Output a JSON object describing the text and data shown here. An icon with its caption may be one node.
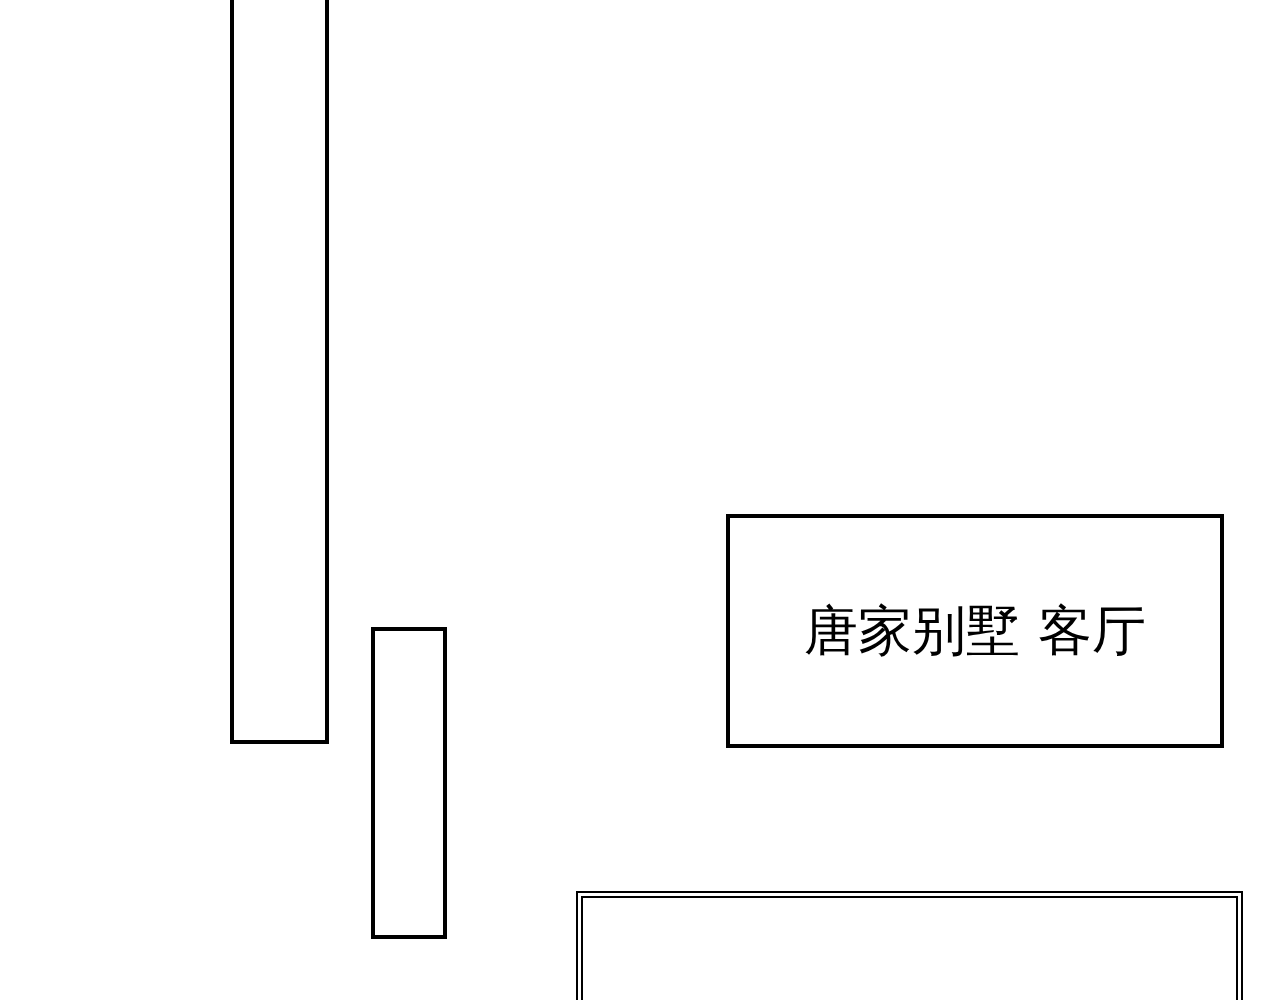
{
  "diagram": {
    "nodes": [
      {
        "text": [],
        "shape": "box"
      },
      {
        "text": [],
        "shape": "box"
      },
      {
        "text": [
          "唐家别墅 客厅"
        ]
      },
      {
        "text": [],
        "shape": "box"
      }
    ]
  }
}
